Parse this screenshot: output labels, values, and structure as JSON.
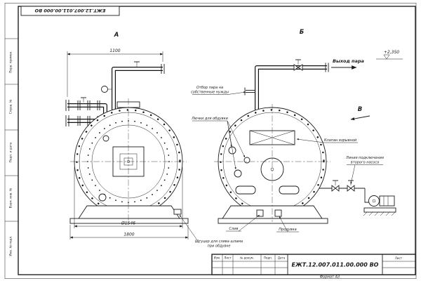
{
  "sheet": {
    "stamp_top": "ЕЖТ.12.007.011.00.000 ВО",
    "format_label": "Формат А3",
    "margin_labels": [
      "Перв. примен.",
      "Справ. №",
      "Подп. и дата",
      "Взам. инв. №",
      "Инв. № подл."
    ]
  },
  "title_block": {
    "code": "ЕЖТ.12.007.011.00.000 ВО",
    "columns": [
      "Изм.",
      "Лист",
      "№ докум.",
      "Подп.",
      "Дата"
    ],
    "sheet_label": "Лист"
  },
  "views": {
    "a": "А",
    "b": "Б",
    "v": "В"
  },
  "dimensions": {
    "top_width": "1100",
    "diameter": "Ø1546",
    "base_width": "1800",
    "elevation": "+2,350"
  },
  "annotations": {
    "steam_out": "Выход пара",
    "own_needs_line1": "Отбор пара на",
    "own_needs_line2": "собственные нужды",
    "hatches": "Лючки для обдувки",
    "explosion_valve": "Клапан взрывной",
    "pump_line1": "Линия подключения",
    "pump_line2": "второго насоса",
    "drain": "Слив",
    "blowdown": "Продувка",
    "sludge_line1": "Штуцер для слива шлама",
    "sludge_line2": "при обдувке"
  }
}
